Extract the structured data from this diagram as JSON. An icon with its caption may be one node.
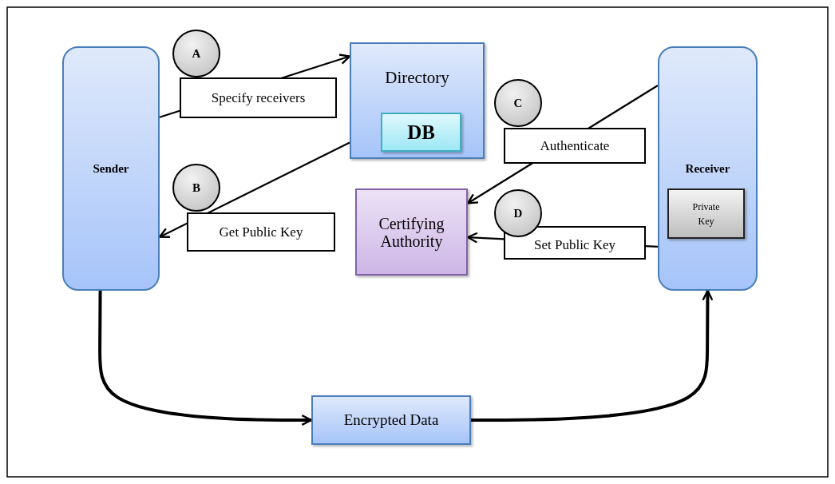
{
  "diagram": {
    "nodes": [
      {
        "text": [
          "Sender"
        ]
      },
      {
        "text": [
          "Directory"
        ]
      },
      {
        "text": [
          "DB"
        ],
        "in": 1
      },
      {
        "text": [
          "Certifying Authority"
        ]
      },
      {
        "text": [
          "Receiver"
        ]
      },
      {
        "text": [
          "Private Key"
        ],
        "in": 4
      },
      {
        "text": [
          "Encrypted Data"
        ]
      },
      {
        "text": [
          "A"
        ]
      },
      {
        "text": [
          "B"
        ]
      },
      {
        "text": [
          "C"
        ]
      },
      {
        "text": [
          "D"
        ]
      }
    ],
    "edges": [
      {
        "from": 0,
        "to": 1,
        "arrow": "to",
        "label": "Specify receivers"
      },
      {
        "from": 1,
        "to": 0,
        "arrow": "to",
        "label": "Get Public Key"
      },
      {
        "from": 4,
        "to": 3,
        "arrow": "to",
        "label": "Authenticate"
      },
      {
        "from": 4,
        "to": 3,
        "arrow": "to",
        "label": "Set Public Key"
      },
      {
        "from": 0,
        "to": 6,
        "arrow": "to",
        "style": "thick"
      },
      {
        "from": 6,
        "to": 4,
        "arrow": "to",
        "style": "thick"
      }
    ]
  }
}
